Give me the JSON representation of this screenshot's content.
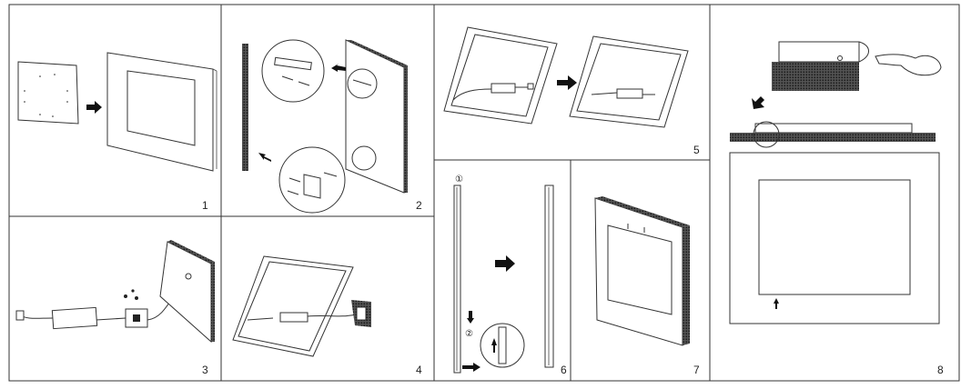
{
  "steps": [
    {
      "number": "1"
    },
    {
      "number": "2"
    },
    {
      "number": "3"
    },
    {
      "number": "4"
    },
    {
      "number": "5"
    },
    {
      "number": "6"
    },
    {
      "number": "7"
    },
    {
      "number": "8"
    }
  ],
  "step6_markers": {
    "first": "①",
    "second": "②"
  }
}
